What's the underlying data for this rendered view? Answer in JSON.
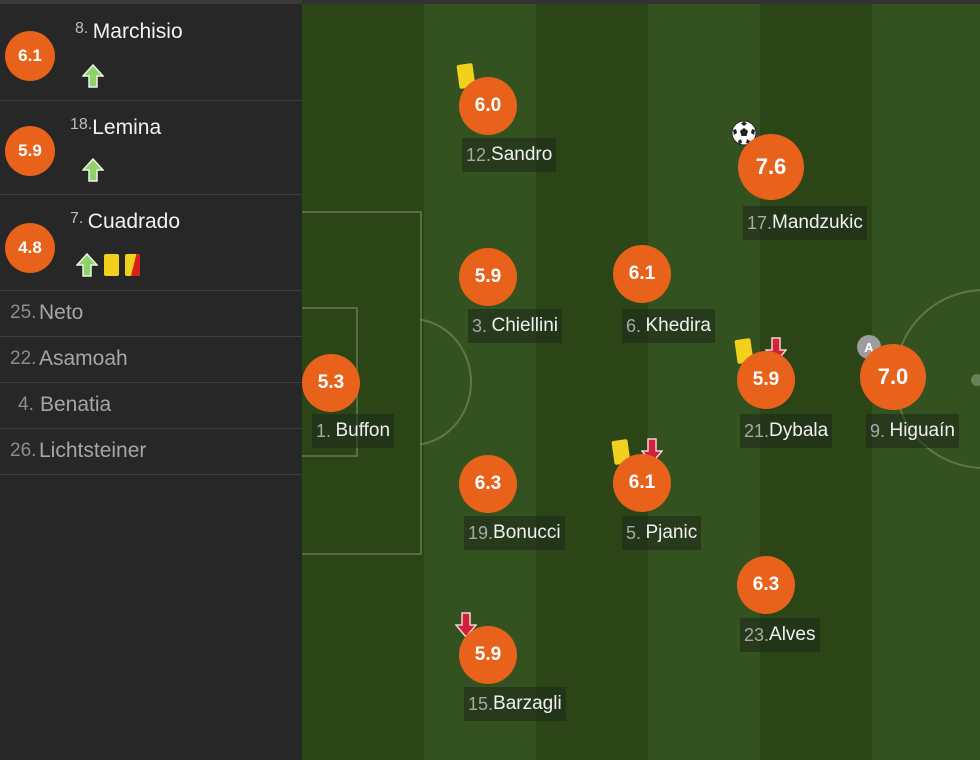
{
  "subs": [
    {
      "rating": "6.1",
      "number": "8.",
      "name": "Marchisio",
      "events": [
        "sub-in-icon"
      ]
    },
    {
      "rating": "5.9",
      "number": "18.",
      "name": "Lemina",
      "events": [
        "sub-in-icon"
      ]
    },
    {
      "rating": "4.8",
      "number": "7.",
      "name": "Cuadrado",
      "events": [
        "sub-in-icon",
        "yellow-card-icon",
        "second-yellow-red-card-icon"
      ]
    }
  ],
  "bench": [
    {
      "number": "25.",
      "name": "Neto"
    },
    {
      "number": "22.",
      "name": "Asamoah"
    },
    {
      "number": "4.",
      "name": "Benatia"
    },
    {
      "number": "26.",
      "name": "Lichtsteiner"
    }
  ],
  "lineup": {
    "sandro": {
      "rating": "6.0",
      "number": "12.",
      "name": "Sandro",
      "events": [
        "yellow-card-icon"
      ]
    },
    "mandzukic": {
      "rating": "7.6",
      "number": "17.",
      "name": "Mandzukic",
      "events": [
        "goal-ball-icon"
      ]
    },
    "chiellini": {
      "rating": "5.9",
      "number": "3.",
      "name": "Chiellini",
      "events": []
    },
    "khedira": {
      "rating": "6.1",
      "number": "6.",
      "name": "Khedira",
      "events": []
    },
    "buffon": {
      "rating": "5.3",
      "number": "1.",
      "name": "Buffon",
      "events": []
    },
    "dybala": {
      "rating": "5.9",
      "number": "21.",
      "name": "Dybala",
      "events": [
        "yellow-card-icon",
        "sub-out-icon"
      ]
    },
    "higuain": {
      "rating": "7.0",
      "number": "9.",
      "name": "Higuaín",
      "events": [
        "captain-icon"
      ]
    },
    "bonucci": {
      "rating": "6.3",
      "number": "19.",
      "name": "Bonucci",
      "events": []
    },
    "pjanic": {
      "rating": "6.1",
      "number": "5.",
      "name": "Pjanic",
      "events": [
        "yellow-card-icon",
        "sub-out-icon"
      ]
    },
    "alves": {
      "rating": "6.3",
      "number": "23.",
      "name": "Alves",
      "events": []
    },
    "barzagli": {
      "rating": "5.9",
      "number": "15.",
      "name": "Barzagli",
      "events": [
        "sub-out-icon"
      ]
    }
  },
  "captain_mark": "A",
  "colors": {
    "rating": "#e8621c",
    "pitch_dark": "#2b4517",
    "pitch_light": "#335220",
    "sub_in": "#8fd16a",
    "sub_out": "#d3203a",
    "yellow": "#f2d11c",
    "red": "#d9211a"
  }
}
